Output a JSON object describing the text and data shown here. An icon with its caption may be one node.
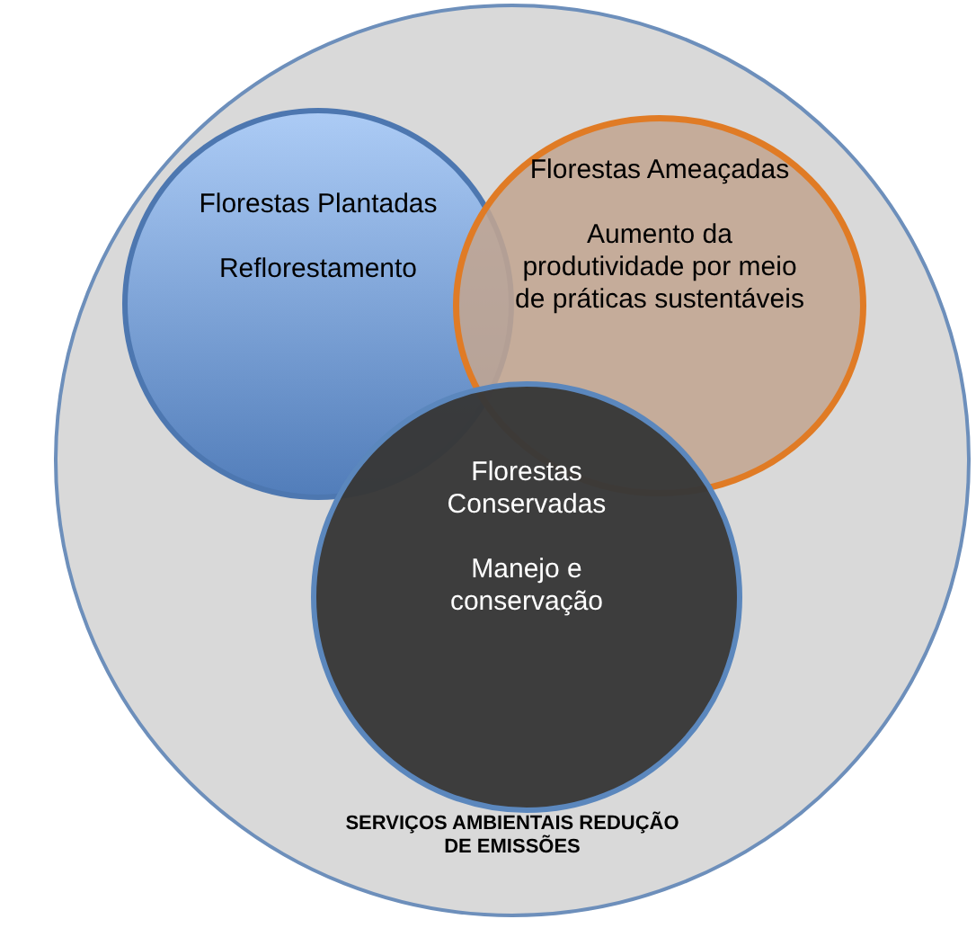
{
  "diagram": {
    "nodes": [
      {
        "text": [
          "SERVIÇOS AMBIENTAIS REDUÇÃO DE EMISSÕES"
        ]
      },
      {
        "text": [
          "Florestas Plantadas",
          "Reflorestamento"
        ],
        "in": 0
      },
      {
        "text": [
          "Florestas Ameaçadas",
          "Aumento da produtividade por meio de práticas sustentáveis"
        ],
        "in": 0
      },
      {
        "text": [
          "Florestas Conservadas",
          "Manejo e conservação"
        ],
        "in": 0
      }
    ]
  }
}
